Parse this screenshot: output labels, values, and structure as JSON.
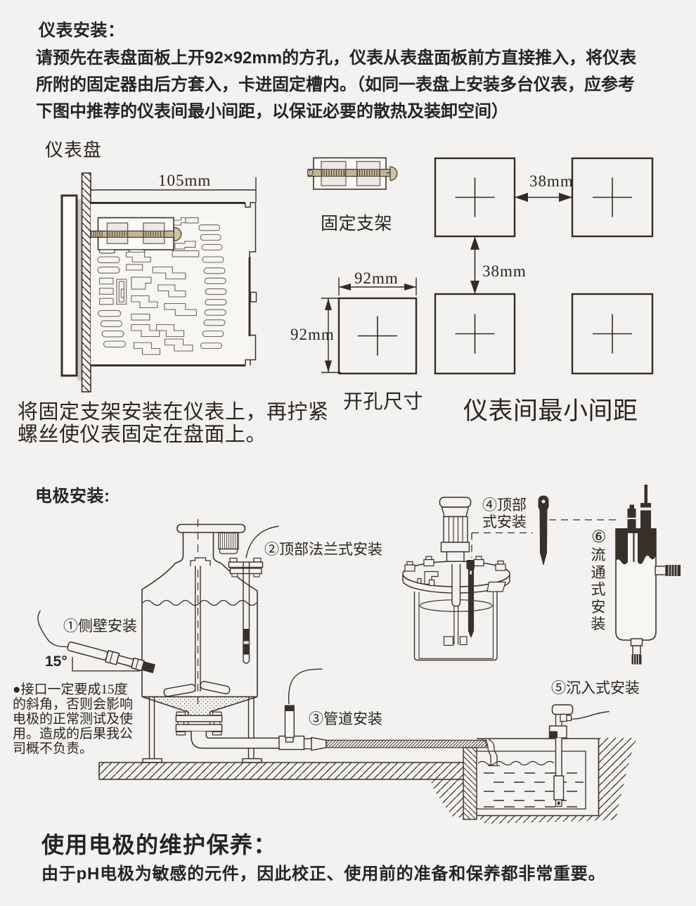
{
  "page": {
    "background": "#f3f2f0",
    "ink": "#38312a",
    "text_color": "#242424",
    "screw_tan": "#c3b592",
    "screw_head": "#cfc3a0"
  },
  "install_section": {
    "heading": "仪表安装：",
    "body_lines": [
      "请预先在表盘面板上开92×92mm的方孔，仪表从表盘面板前方直接推入，将仪表",
      "所附的固定器由后方套入，卡进固定槽内。（如同一表盘上安装多台仪表，应参考",
      "下图中推荐的仪表间最小间距，以保证必要的散热及装卸空间）"
    ],
    "panel_label": "仪表盘",
    "width_dim": "105mm",
    "bracket_label": "固定支架",
    "hole_label": "开孔尺寸",
    "hole_dim_width": "92mm",
    "hole_dim_height": "92mm",
    "spacing_label": "仪表间最小间距",
    "spacing_dim_horizontal": "38mm",
    "spacing_dim_vertical": "38mm",
    "caption_lines": [
      "将固定支架安装在仪表上，再拧紧",
      "螺丝使仪表固定在盘面上。"
    ]
  },
  "electrode_section": {
    "heading": "电极安装:",
    "label_side_wall": "①侧壁安装",
    "label_angle": "15°",
    "label_top_flange": "②顶部法兰式安装",
    "label_pipe": "③管道安装",
    "label_top_line1": "④顶部",
    "label_top_line2": "式安装",
    "label_submerged": "⑤沉入式安装",
    "label_flow_num": "⑥",
    "label_flow_text": "流通式安装",
    "note_lines": [
      "●接口一定要成15度",
      "的斜角，否则会影响",
      "电极的正常测试及使",
      "用。造成的后果我公",
      "司概不负责。"
    ]
  },
  "maintenance_section": {
    "heading": "使用电极的维护保养：",
    "body": "由于pH电极为敏感的元件，因此校正、使用前的准备和保养都非常重要。"
  }
}
